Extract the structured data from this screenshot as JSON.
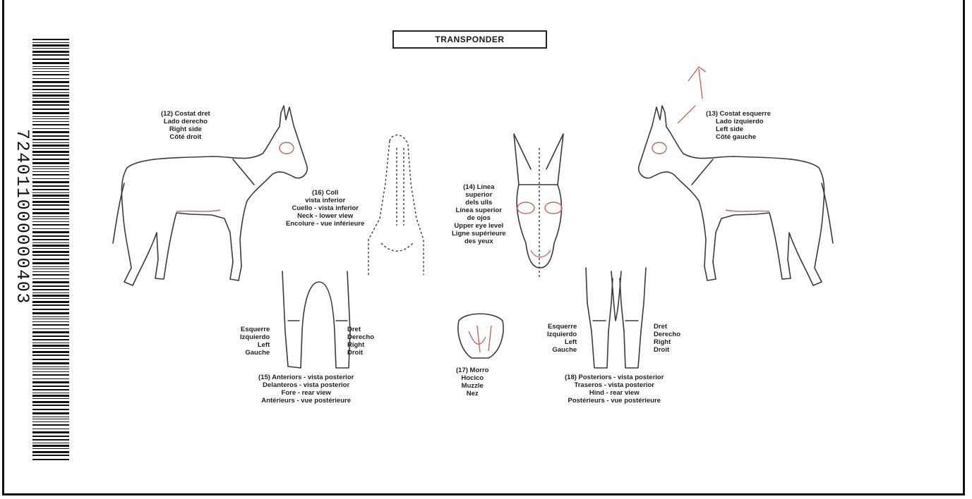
{
  "header": {
    "title": "TRANSPONDER"
  },
  "barcode": {
    "digits": "724011000000403"
  },
  "labels": {
    "right_side": [
      "(12) Costat dret",
      "Lado derecho",
      "Right side",
      "Côté droit"
    ],
    "left_side": [
      "(13) Costat esquerre",
      "Lado izquierdo",
      "Left side",
      "Côté gauche"
    ],
    "neck": [
      "(16) Coll",
      "vista inferior",
      "Cuello - vista inferior",
      "Neck - lower view",
      "Encolure - vue inférieure"
    ],
    "head": [
      "(14) Línea",
      "superior",
      "dels ulls",
      "Línea superior",
      "de ojos",
      "Upper eye level",
      "Ligne supérieure",
      "des yeux"
    ],
    "muzzle": [
      "(17) Morro",
      "Hocico",
      "Muzzle",
      "Nez"
    ],
    "fore_left": [
      "Esquerre",
      "Izquierdo",
      "Left",
      "Gauche"
    ],
    "fore_right": [
      "Dret",
      "Derecho",
      "Right",
      "Droit"
    ],
    "fore_caption": [
      "(15) Anteriors - vista posterior",
      "Delanteros - vista posterior",
      "Fore - rear view",
      "Antérieurs - vue postérieure"
    ],
    "hind_left": [
      "Esquerre",
      "Izquierdo",
      "Left",
      "Gauche"
    ],
    "hind_right": [
      "Dret",
      "Derecho",
      "Right",
      "Droit"
    ],
    "hind_caption": [
      "(18) Posteriors - vista posterior",
      "Traseros - vista posterior",
      "Hind - rear view",
      "Postérieurs - vue postérieure"
    ]
  },
  "icons": [
    "donkey-right-side-icon",
    "donkey-left-side-icon",
    "neck-lower-view-icon",
    "head-front-view-icon",
    "muzzle-icon",
    "forelegs-rear-view-icon",
    "hindlegs-rear-view-icon",
    "barcode-icon"
  ],
  "colors": {
    "ink": "#1a1a1a",
    "annotation": "#c26a5a"
  }
}
